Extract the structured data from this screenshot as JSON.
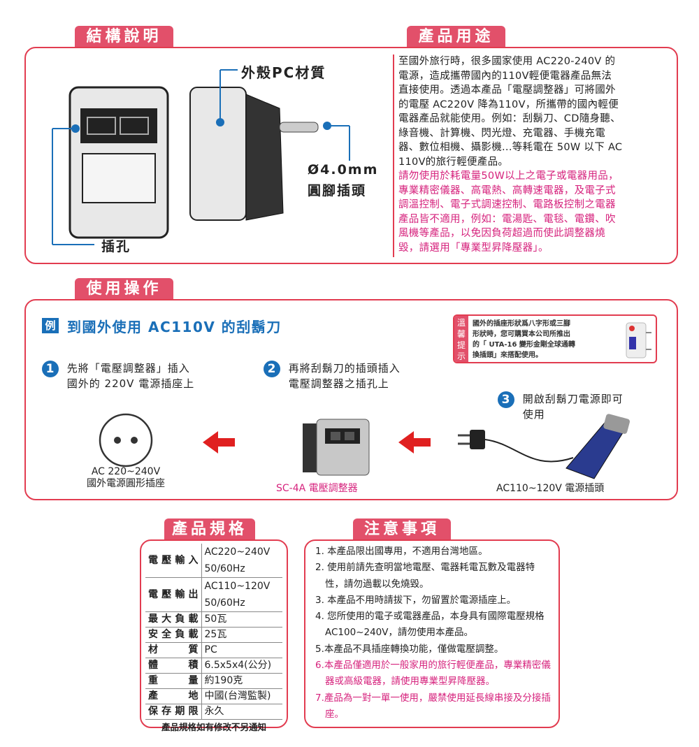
{
  "structure": {
    "tab": "結構說明",
    "shell_label": "外殼PC材質",
    "pin_label_1": "Ø4.0mm",
    "pin_label_2": "圓腳插頭",
    "socket_label": "插孔"
  },
  "usage_desc": {
    "tab": "產品用途",
    "lines": [
      "至國外旅行時，很多國家使用 AC220-240V 的",
      "電源，造成攜帶國內的110V輕便電器產品無法",
      "直接使用。透過本產品「電壓調整器」可將國外",
      "的電壓 AC220V 降為110V，所攜帶的國內輕便",
      "電器產品就能使用。例如：刮鬍刀、CD隨身聽、",
      "綠音機、計算機、閃光燈、充電器、手機充電",
      "器、數位相機、攝影機...等耗電在 50W 以下 AC",
      "110V的旅行輕便產品。"
    ],
    "warning_lines": [
      "請勿使用於耗電量50W以上之電子或電器用品，",
      "專業精密儀器、高電熱、高轉速電器，及電子式",
      "調溫控制、電子式調速控制、電路板控制之電器",
      "產品皆不適用，例如：電湯匙、電毯、電鑽、吹",
      "風機等產品，以免因負荷超過而使此調整器燒",
      "毀，請選用「專業型昇降壓器」。"
    ]
  },
  "operation": {
    "tab": "使用操作",
    "example_badge": "例",
    "heading": "到國外使用 AC110V 的刮鬍刀",
    "tip_label": "溫馨提示",
    "tip_lines": [
      "國外的插座形狀爲八字形或三腳",
      "形狀時，您可購買本公司所推出",
      "的「 UTA-16 變形金剛全球通轉",
      "換插頭」來搭配使用。"
    ],
    "steps": [
      {
        "num": "1",
        "lines": [
          "先將「電壓調整器」插入",
          "國外的 220V 電源插座上"
        ]
      },
      {
        "num": "2",
        "lines": [
          "再將刮鬍刀的插頭插入",
          "電壓調整器之插孔上"
        ]
      },
      {
        "num": "3",
        "lines": [
          "開啟刮鬍刀電源即可",
          "使用"
        ]
      }
    ],
    "outlet_label_1": "AC 220~240V",
    "outlet_label_2": "國外電源圓形插座",
    "adapter_label": "SC-4A 電壓調整器",
    "plug_label": "AC110~120V 電源插頭"
  },
  "spec": {
    "tab": "產品規格",
    "rows": [
      {
        "k": "電壓輸入",
        "v": [
          "AC220~240V",
          "50/60Hz"
        ]
      },
      {
        "k": "電壓輸出",
        "v": [
          "AC110~120V",
          "50/60Hz"
        ]
      },
      {
        "k": "最大負載",
        "v": [
          "50瓦"
        ]
      },
      {
        "k": "安全負載",
        "v": [
          "25瓦"
        ]
      },
      {
        "k": "材質",
        "v": [
          "PC"
        ]
      },
      {
        "k": "體積",
        "v": [
          "6.5x5x4(公分)"
        ]
      },
      {
        "k": "重量",
        "v": [
          "約190克"
        ]
      },
      {
        "k": "產地",
        "v": [
          "中國(台灣監製)"
        ]
      },
      {
        "k": "保存期限",
        "v": [
          "永久"
        ]
      }
    ],
    "footer": "產品規格如有修改不另通知"
  },
  "notes": {
    "tab": "注意事項",
    "items": [
      "1. 本產品限出國專用，不適用台灣地區。",
      "2. 使用前請先查明當地電壓、電器耗電瓦數及電器特性，請勿過載以免燒毀。",
      "3. 本產品不用時請拔下，勿留置於電源插座上。",
      "4. 您所使用的電子或電器產品，本身具有國際電壓規格AC100~240V，請勿使用本產品。",
      "5.本產品不具插座轉換功能，僅做電壓調整。"
    ],
    "pink_items": [
      "6.本產品僅適用於一般家用的旅行輕便產品，專業精密儀器或高級電器，請使用專業型昇降壓器。",
      "7.產品為一對一單一使用，嚴禁使用延長線串接及分接插座。"
    ]
  }
}
